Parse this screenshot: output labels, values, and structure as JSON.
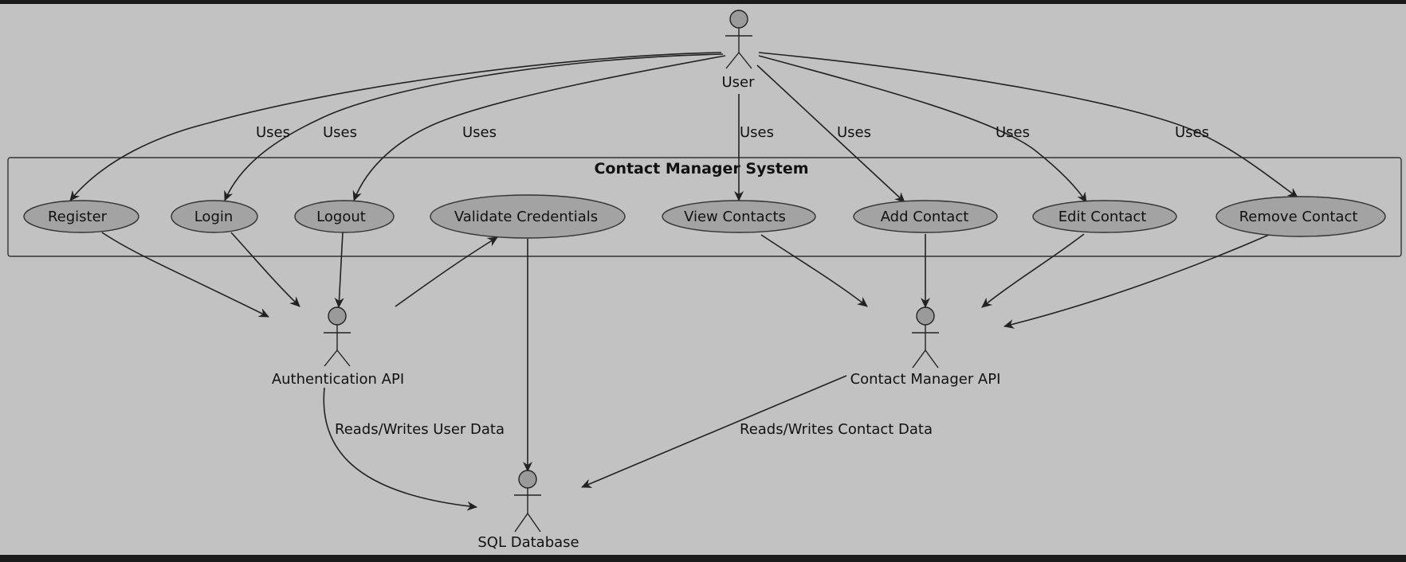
{
  "system": {
    "title": "Contact Manager System"
  },
  "actors": {
    "user": "User",
    "auth_api": "Authentication API",
    "contact_api": "Contact Manager API",
    "database": "SQL Database"
  },
  "use_cases": {
    "register": "Register",
    "login": "Login",
    "logout": "Logout",
    "validate": "Validate Credentials",
    "view": "View Contacts",
    "add": "Add Contact",
    "edit": "Edit Contact",
    "remove": "Remove Contact"
  },
  "relations": {
    "uses": "Uses",
    "auth_db": "Reads/Writes User Data",
    "contact_db": "Reads/Writes Contact Data"
  },
  "colors": {
    "background": "#c2c2c2",
    "frame_band": "#1b1b1b",
    "use_case_fill": "#a3a3a3",
    "line": "#222222"
  }
}
